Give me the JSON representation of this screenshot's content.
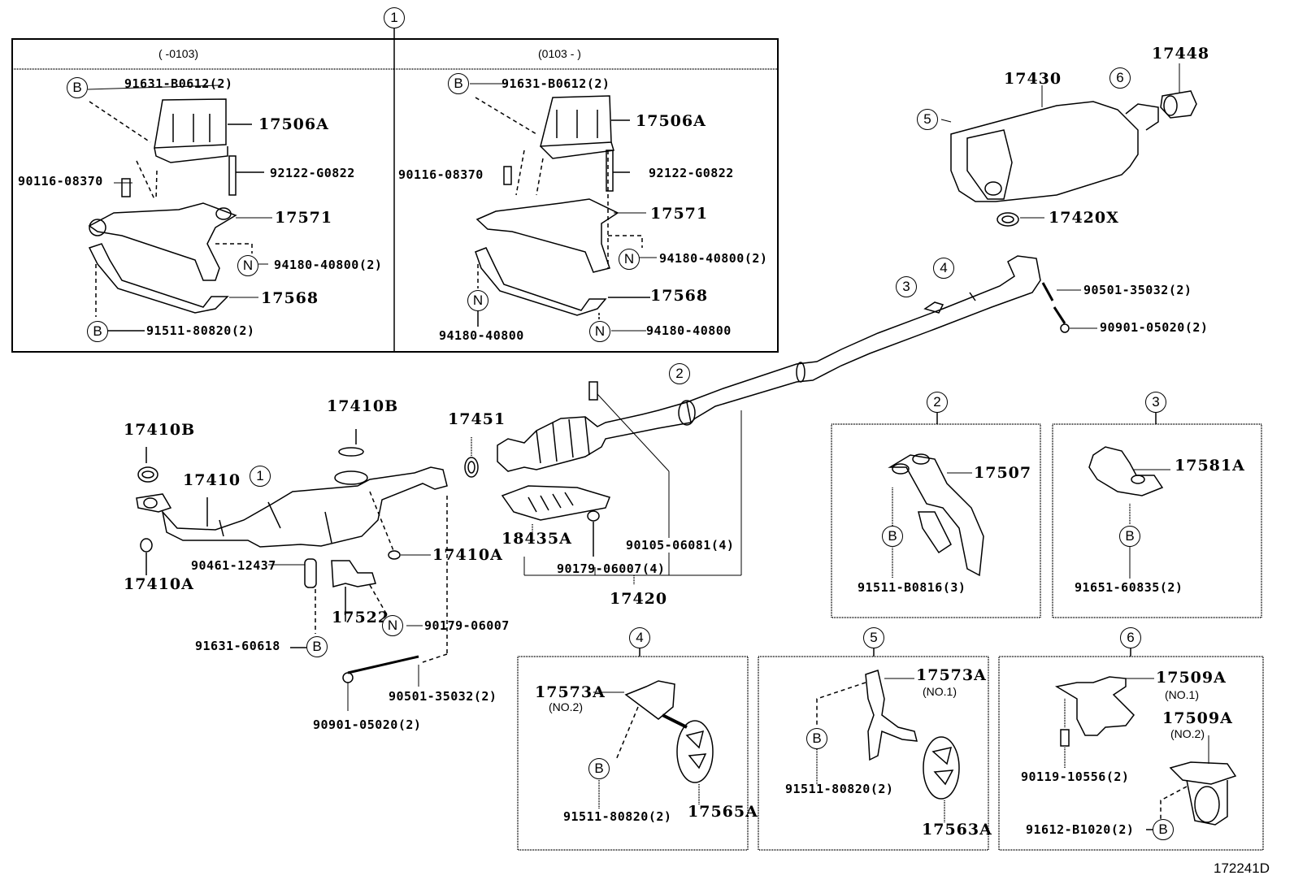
{
  "diagram_code": "172241D",
  "inset_top": {
    "ref": "1",
    "left_header": "(      -0103)",
    "right_header": "(0103 -      )",
    "left": {
      "bolt_b": "91631-B0612(2)",
      "heat_insulator": "17506A",
      "bolt": "90116-08370",
      "stud": "92122-G0822",
      "bracket": "17571",
      "nut_n": "94180-40800(2)",
      "support": "17568",
      "bolt_b2": "91511-80820(2)"
    },
    "right": {
      "bolt_b": "91631-B0612(2)",
      "heat_insulator": "17506A",
      "bolt": "90116-08370",
      "stud": "92122-G0822",
      "bracket": "17571",
      "nut_n": "94180-40800(2)",
      "support": "17568",
      "nut_n_left": "94180-40800",
      "nut_n_right": "94180-40800"
    }
  },
  "main": {
    "gasket_left": "17410B",
    "gasket_top": "17410B",
    "front_pipe": "17410",
    "front_pipe_ref": "1",
    "nut_left": "17410A",
    "nut_right": "17410A",
    "gasket_ring": "17451",
    "clamp": "90461-12437",
    "bracket_17522": "17522",
    "nut_n": "90179-06007",
    "bolt_b": "91631-60618",
    "spring": "90501-35032(2)",
    "bolt_spring": "90901-05020(2)",
    "center_pipe_ref": "2",
    "insulator": "18435A",
    "nut_4": "90179-06007(4)",
    "bolt_4": "90105-06081(4)",
    "center_pipe": "17420",
    "ref3": "3",
    "ref4": "4",
    "muffler": "17430",
    "muffler_ref5": "5",
    "muffler_ref6": "6",
    "tail_tip": "17448",
    "gasket_muffler": "17420X",
    "spring_rear": "90501-35032(2)",
    "bolt_rear": "90901-05020(2)"
  },
  "box2": {
    "ref": "2",
    "part": "17507",
    "b": "B",
    "bolt": "91511-B0816(3)"
  },
  "box3": {
    "ref": "3",
    "part": "17581A",
    "b": "B",
    "bolt": "91651-60835(2)"
  },
  "box4": {
    "ref": "4",
    "part": "17573A",
    "part_sub": "(NO.2)",
    "b": "B",
    "bolt": "91511-80820(2)",
    "hanger": "17565A"
  },
  "box5": {
    "ref": "5",
    "part": "17573A",
    "part_sub": "(NO.1)",
    "b": "B",
    "bolt": "91511-80820(2)",
    "hanger": "17563A"
  },
  "box6": {
    "ref": "6",
    "part1": "17509A",
    "part1_sub": "(NO.1)",
    "part2": "17509A",
    "part2_sub": "(NO.2)",
    "bolt": "90119-10556(2)",
    "b": "B",
    "bolt_b": "91612-B1020(2)"
  },
  "symbols": {
    "b": "B",
    "n": "N"
  }
}
